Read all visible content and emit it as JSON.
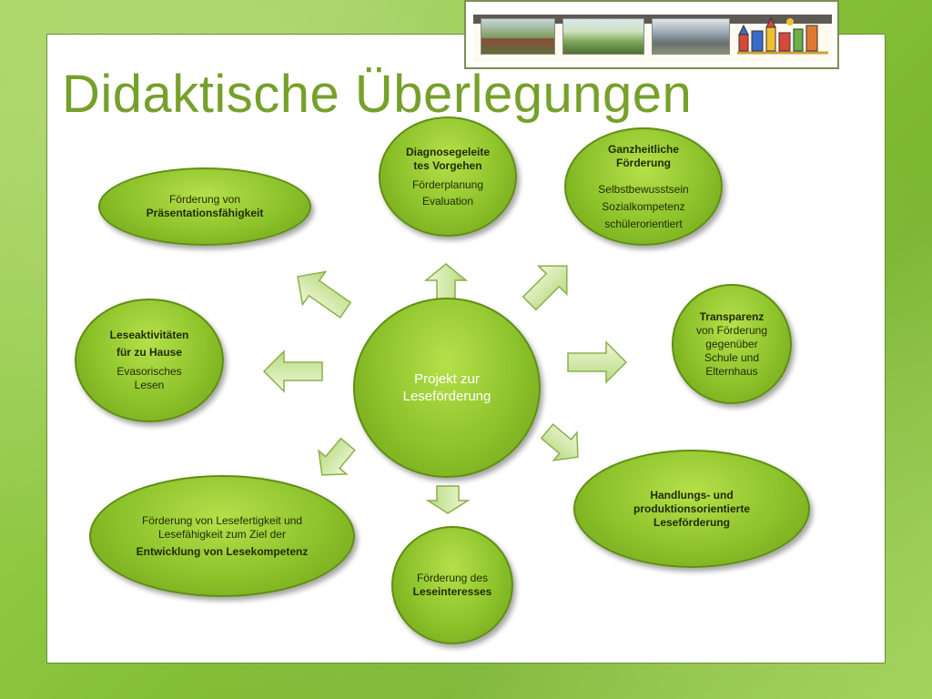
{
  "slide": {
    "title": "Didaktische Überlegungen"
  },
  "diagram": {
    "center": {
      "line1": "Projekt zur",
      "line2": "Leseförderung"
    },
    "nodes": {
      "diagnose": {
        "bold1": "Diagnosegeleite",
        "bold2": "tes Vorgehen",
        "item1": "Förderplanung",
        "item2": "Evaluation"
      },
      "ganzheitlich": {
        "bold1": "Ganzheitliche",
        "bold2": "Förderung",
        "item1": "Selbstbewusstsein",
        "item2": "Sozialkompetenz",
        "item3": "schülerorientiert"
      },
      "praesentation": {
        "line1": "Förderung von",
        "bold": "Präsentationsfähigkeit"
      },
      "transparenz": {
        "bold": "Transparenz",
        "line1": "von Förderung",
        "line2": "gegenüber",
        "line3": "Schule und",
        "line4": "Elternhaus"
      },
      "leseaktivitaeten": {
        "bold1": "Leseaktivitäten",
        "bold2": "für zu Hause",
        "item1": "Evasorisches",
        "item2": "Lesen"
      },
      "handlung": {
        "bold1": "Handlungs- und",
        "bold2": "produktionsorientierte",
        "bold3": "Leseförderung"
      },
      "lesekompetenz": {
        "line1": "Förderung von Lesefertigkeit und",
        "line2": "Lesefähigkeit zum Ziel der",
        "bold": "Entwicklung von Lesekompetenz"
      },
      "leseinteresse": {
        "line1": "Förderung des",
        "bold": "Leseinteresses"
      }
    }
  }
}
